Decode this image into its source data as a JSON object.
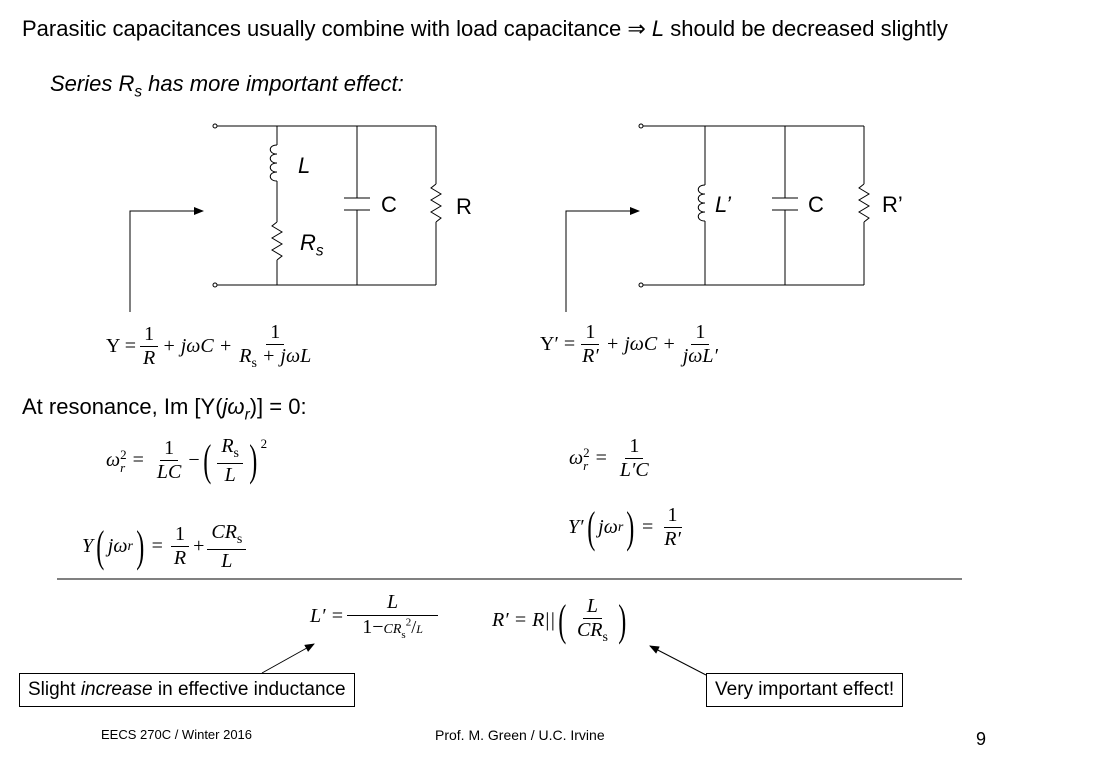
{
  "slide": {
    "title_pre": "Parasitic capacitances usually combine with load capacitance ",
    "implies": "⇒",
    "title_var": "L",
    "title_post": " should be decreased slightly",
    "subtitle_pre": "Series R",
    "subtitle_sub": "s",
    "subtitle_post": " has more important effect:",
    "resonance_pre": "At resonance, Im [Y(",
    "resonance_var": "jω",
    "resonance_sub": "r",
    "resonance_post": ")] = 0:"
  },
  "circuit_left": {
    "label_L": "L",
    "label_Rs": "R",
    "label_Rs_sub": "s",
    "label_C": "C",
    "label_R": "R"
  },
  "circuit_right": {
    "label_Lp": "L’",
    "label_C": "C",
    "label_Rp": "R’"
  },
  "equations": {
    "Y_left_lhs": "Y =",
    "Y_left_frac1_num": "1",
    "Y_left_frac1_den": "R",
    "Y_left_mid": "+ jωC +",
    "Y_left_frac2_num": "1",
    "Y_left_frac2_den_R": "R",
    "Y_left_frac2_den_sub": "s",
    "Y_left_frac2_den_rest": " + jωL",
    "Y_right_lhs": "Y′ =",
    "Y_right_frac1_num": "1",
    "Y_right_frac1_den": "R′",
    "Y_right_mid": "+ jωC +",
    "Y_right_frac2_num": "1",
    "Y_right_frac2_den": "jωL′",
    "wr_left_lhs": "ω",
    "wr_sub": "r",
    "wr_sup": "2",
    "eq": "=",
    "minus": "−",
    "plus": "+",
    "wr_left_frac1_num": "1",
    "wr_left_frac1_den": "LC",
    "wr_left_frac2_num_R": "R",
    "wr_left_frac2_num_sub": "s",
    "wr_left_frac2_den": "L",
    "wr_left_sq": "2",
    "wr_right_frac_num": "1",
    "wr_right_frac_den": "L′C",
    "Yj_left_lhs_Y": "Y",
    "Yj_left_arg": "jω",
    "Yj_left_arg_sub": "r",
    "Yj_left_frac1_num": "1",
    "Yj_left_frac1_den": "R",
    "Yj_left_frac2_num_CR": "CR",
    "Yj_left_frac2_num_sub": "s",
    "Yj_left_frac2_den": "L",
    "Yj_right_lhs_Y": "Y′",
    "Yj_right_frac_num": "1",
    "Yj_right_frac_den": "R′",
    "Lp_lhs": "L′ =",
    "Lp_num": "L",
    "Lp_den_1": "1−",
    "Lp_den_CR": "CR",
    "Lp_den_sub": "s",
    "Lp_den_sup": "2",
    "Lp_den_L": "L",
    "Rp_lhs": "R′ = R||",
    "Rp_num": "L",
    "Rp_den_CR": "CR",
    "Rp_den_sub": "s"
  },
  "callouts": {
    "left_pre": "Slight ",
    "left_it": "increase",
    "left_post": " in effective inductance",
    "right": "Very important effect!"
  },
  "footer": {
    "course": "EECS 270C / Winter 2016",
    "author": "Prof. M. Green / U.C. Irvine",
    "page": "9"
  }
}
